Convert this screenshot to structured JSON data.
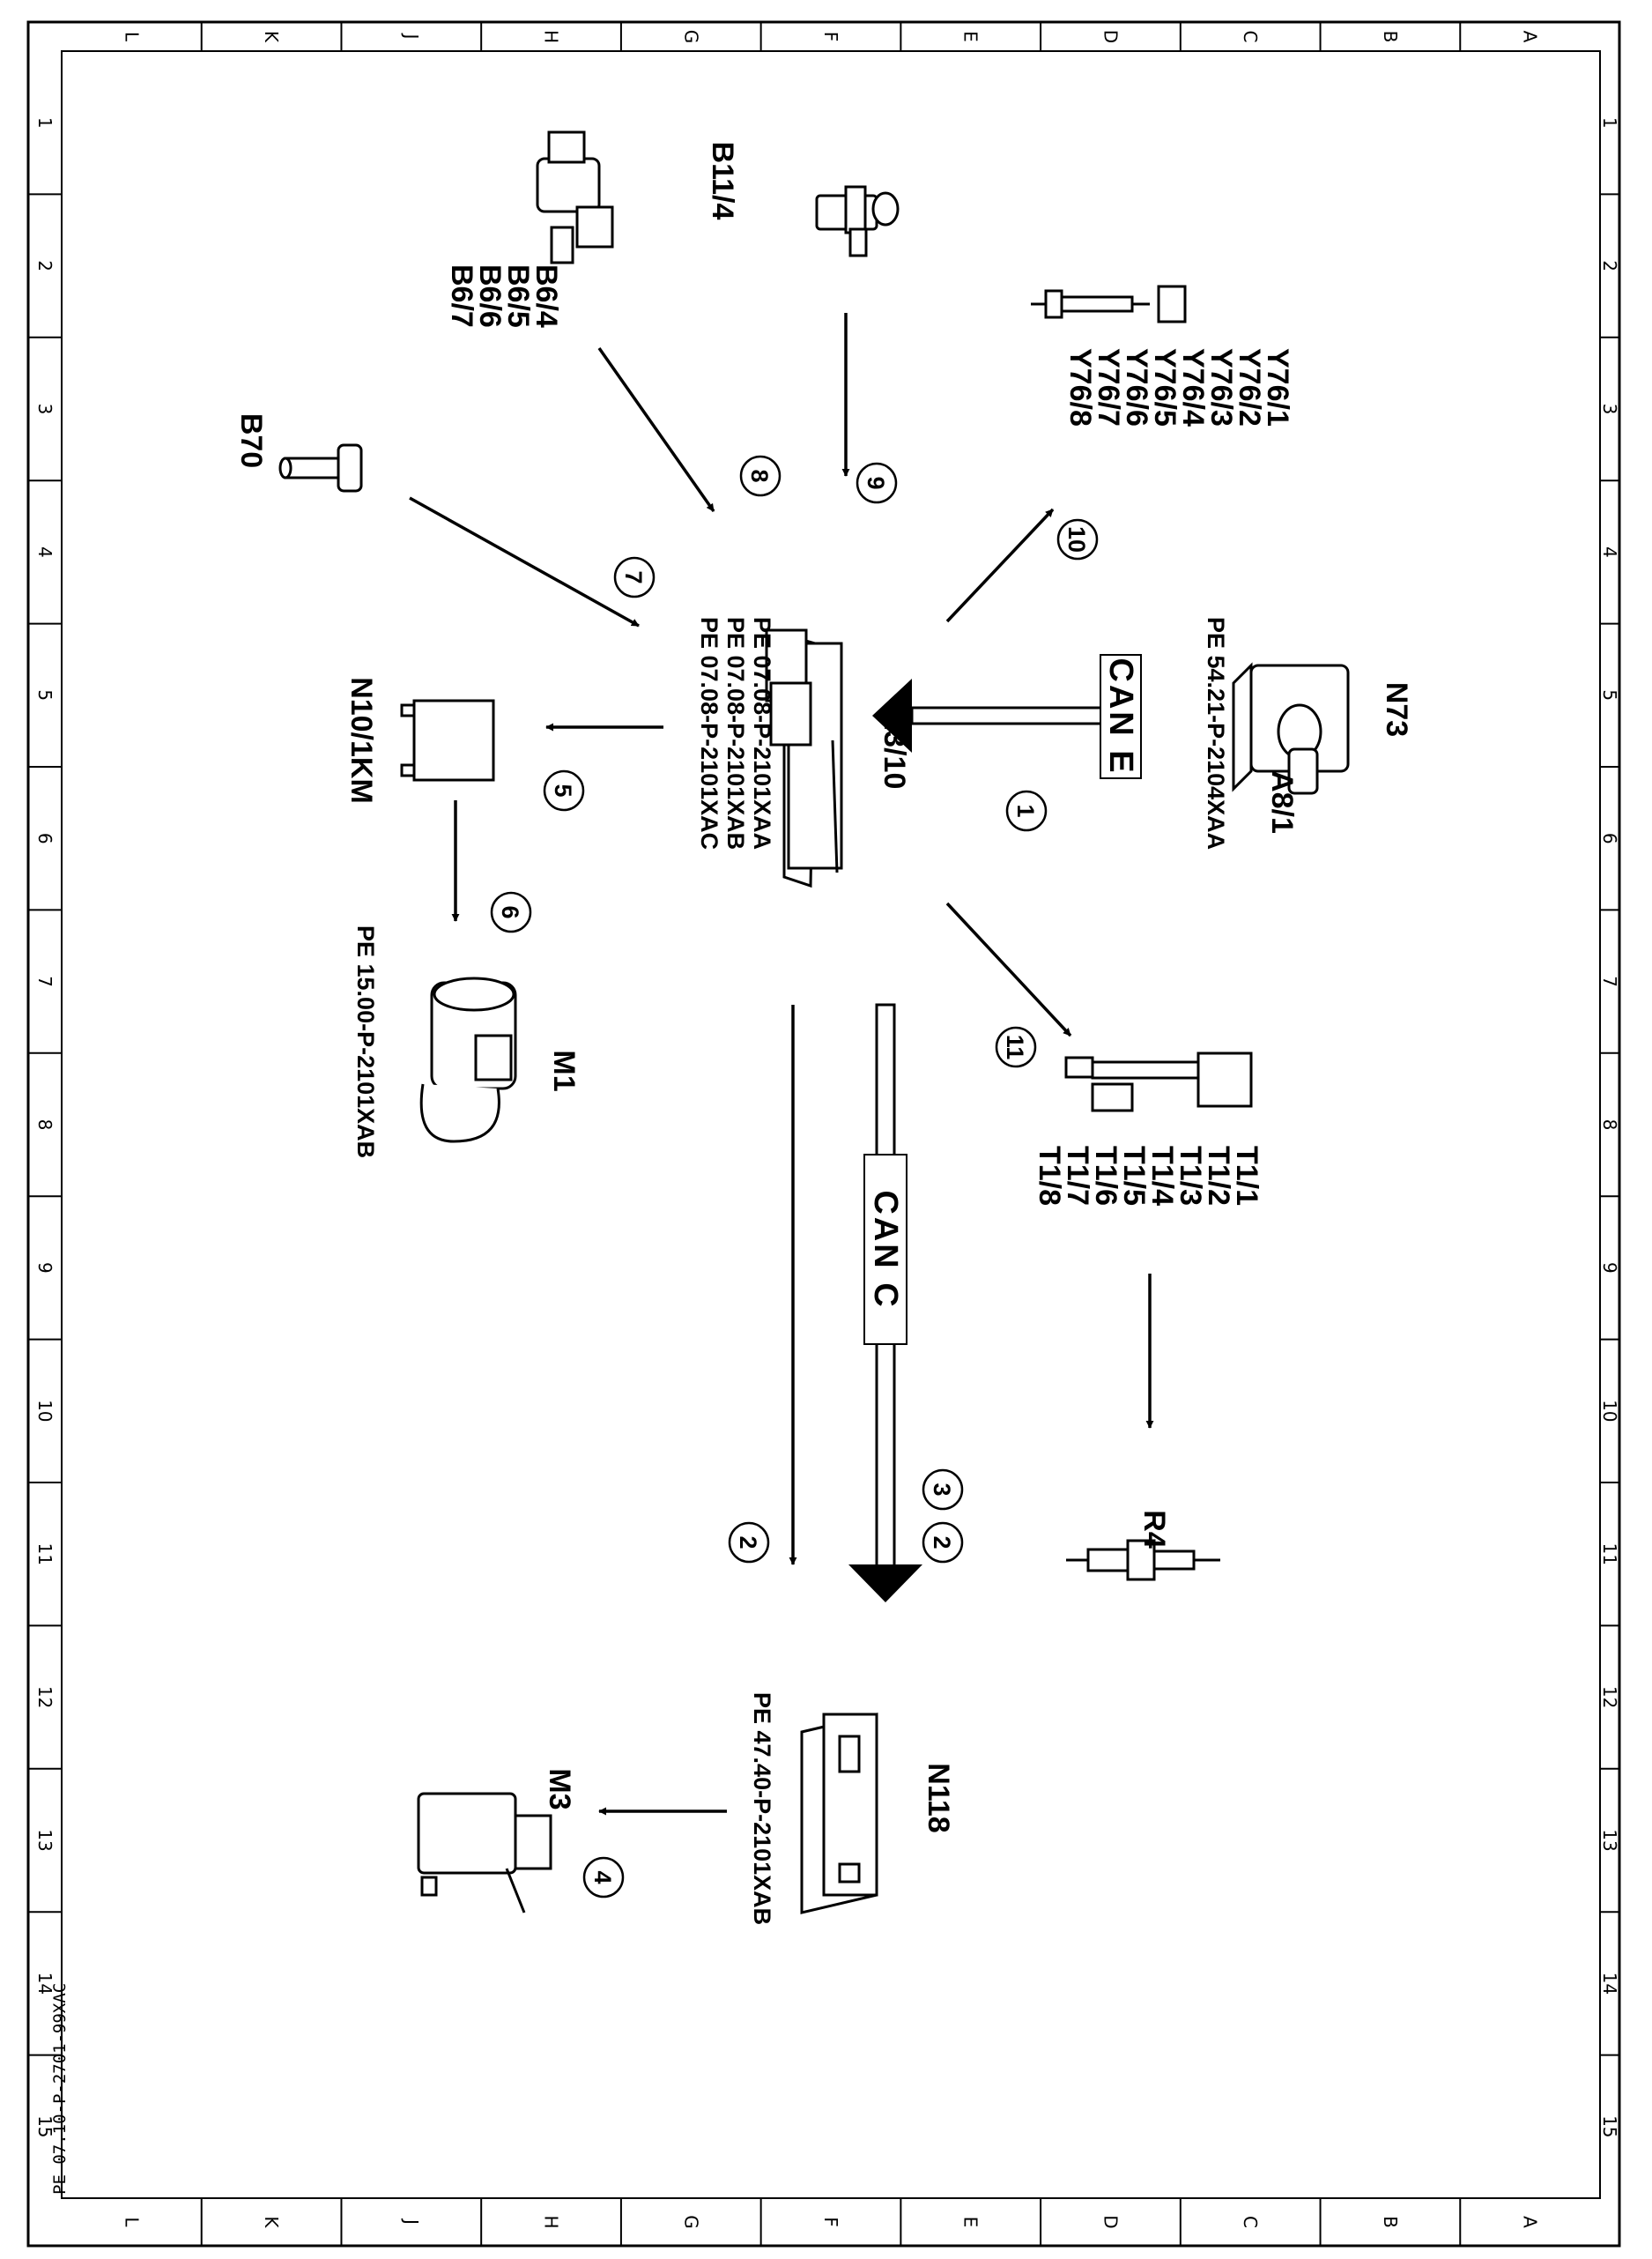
{
  "grid": {
    "letters": [
      "L",
      "K",
      "J",
      "H",
      "G",
      "F",
      "E",
      "D",
      "C",
      "B",
      "A"
    ],
    "numbers": [
      "1",
      "2",
      "3",
      "4",
      "5",
      "6",
      "7",
      "8",
      "9",
      "10",
      "11",
      "12",
      "13",
      "14",
      "15"
    ]
  },
  "doc_id": "PE 07.10-P-2701-99XAC",
  "components": {
    "b11_4": "B11/4",
    "b6": [
      "B6/4",
      "B6/5",
      "B6/6",
      "B6/7"
    ],
    "y76": [
      "Y76/1",
      "Y76/2",
      "Y76/3",
      "Y76/4",
      "Y76/5",
      "Y76/6",
      "Y76/7",
      "Y76/8"
    ],
    "b70": "B70",
    "n3_10": "N3/10",
    "n3_10_refs": [
      "PE 07.08-P-2101XAA",
      "PE 07.08-P-2101XAB",
      "PE 07.08-P-2101XAC"
    ],
    "n73": "N73",
    "a8_1": "A8/1",
    "n73_ref": "PE 54.21-P-2104XAA",
    "n10": "N10/1KM",
    "m1": "M1",
    "m1_ref": "PE 15.00-P-2101XAB",
    "t1": [
      "T1/1",
      "T1/2",
      "T1/3",
      "T1/4",
      "T1/5",
      "T1/6",
      "T1/7",
      "T1/8"
    ],
    "r4": "R4",
    "n118": "N118",
    "n118_ref": "PE 47.40-P-2101XAB",
    "m3": "M3"
  },
  "buses": {
    "can_e": "CAN E",
    "can_c": "CAN C"
  },
  "callouts": {
    "c1": "1",
    "c2a": "2",
    "c2b": "2",
    "c3": "3",
    "c4": "4",
    "c5": "5",
    "c6": "6",
    "c7": "7",
    "c8": "8",
    "c9": "9",
    "c10": "10",
    "c11": "11"
  }
}
